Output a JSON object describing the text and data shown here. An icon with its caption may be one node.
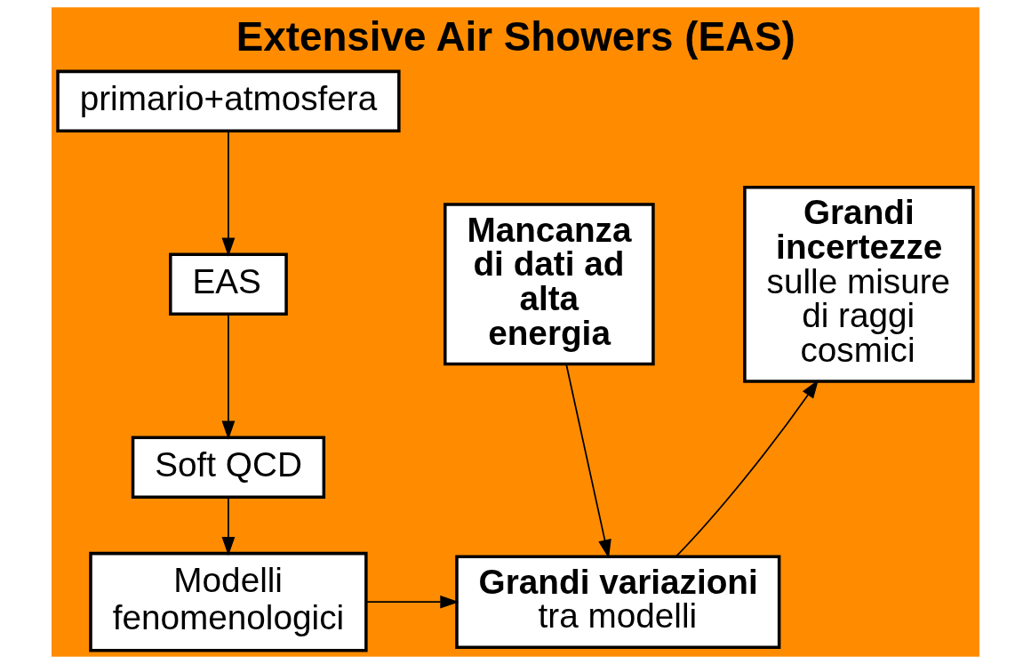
{
  "diagram": {
    "title": "Extensive Air Showers (EAS)",
    "nodes": [
      {
        "text": [
          "primario+atmosfera"
        ]
      },
      {
        "text": [
          "EAS"
        ]
      },
      {
        "text": [
          "Soft QCD"
        ]
      },
      {
        "text": [
          "Modelli fenomenologici"
        ]
      },
      {
        "text": [
          "Mancanza di dati ad alta energia"
        ]
      },
      {
        "text": [
          "Grandi variazioni",
          "tra modelli"
        ]
      },
      {
        "text": [
          "Grandi incertezze",
          "sulle misure di raggi cosmici"
        ]
      }
    ],
    "edges": [
      {
        "from": 0,
        "to": 1,
        "arrow": "to"
      },
      {
        "from": 1,
        "to": 2,
        "arrow": "to"
      },
      {
        "from": 2,
        "to": 3,
        "arrow": "to"
      },
      {
        "from": 3,
        "to": 5,
        "arrow": "to"
      },
      {
        "from": 4,
        "to": 5,
        "arrow": "to"
      },
      {
        "from": 5,
        "to": 6,
        "arrow": "to"
      }
    ]
  }
}
